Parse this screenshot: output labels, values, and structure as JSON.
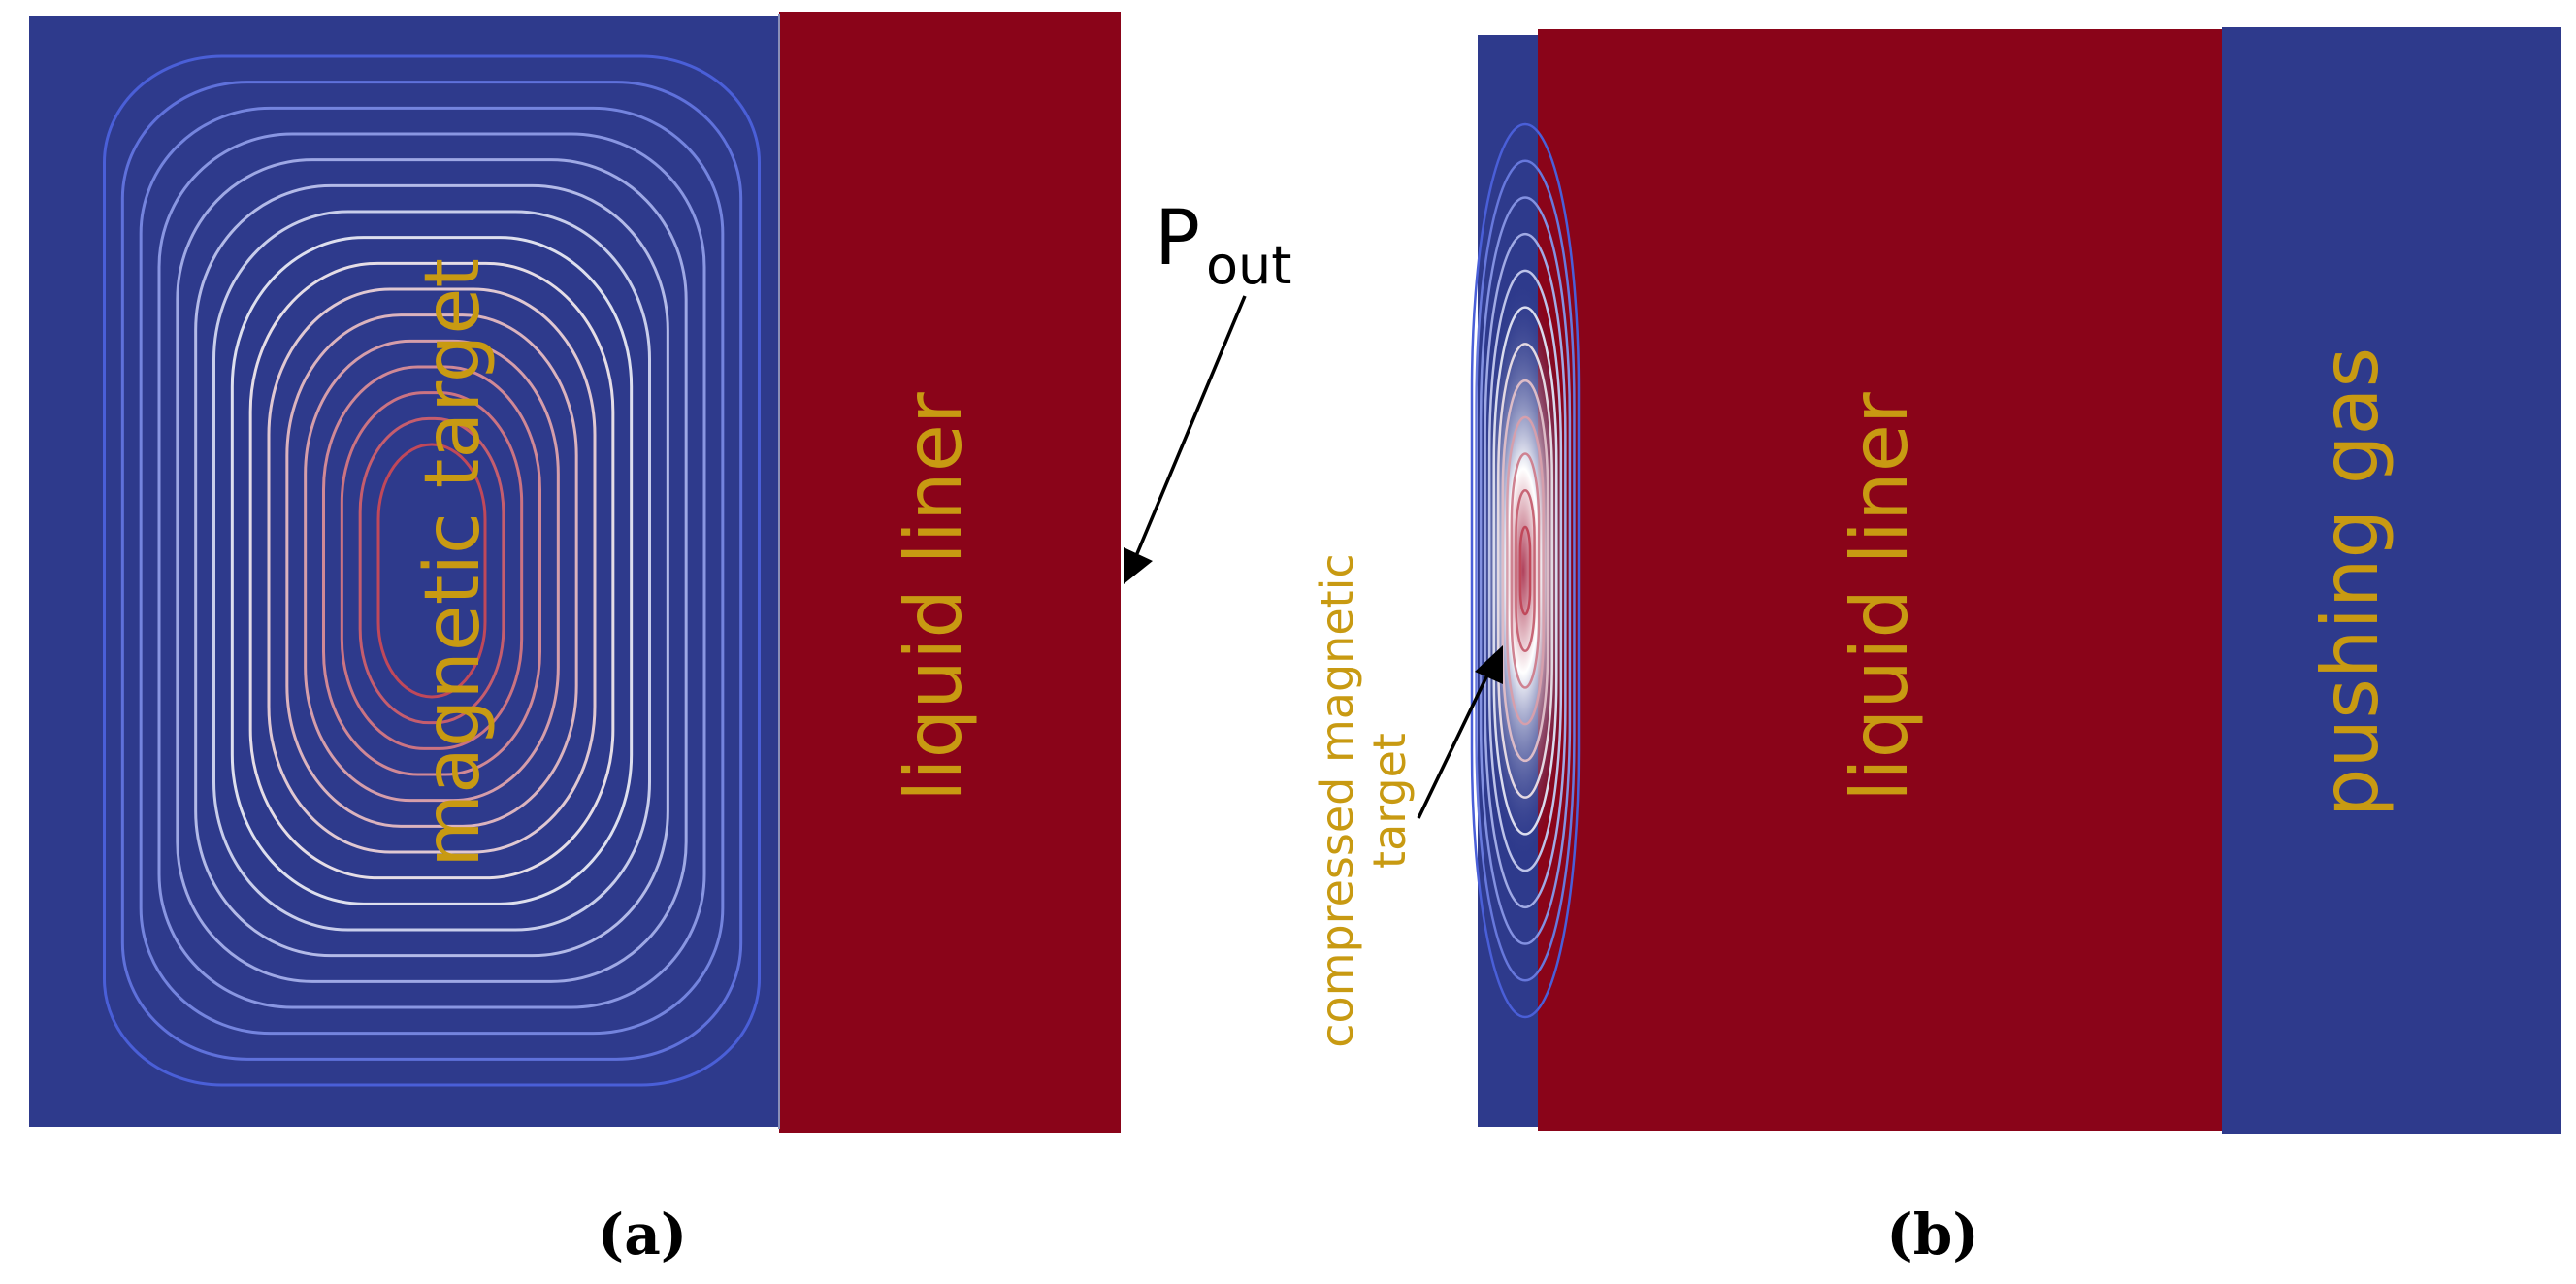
{
  "panel_a": {
    "caption": "(a)",
    "target_label": "magnetic target",
    "liner_label": "liquid liner",
    "pressure_label_main": "P",
    "pressure_label_sub": "out"
  },
  "panel_b": {
    "caption": "(b)",
    "target_label_line1": "compressed magnetic",
    "target_label_line2": "target",
    "liner_label": "liquid liner",
    "gas_label": "pushing gas"
  },
  "colors": {
    "target_blue": "#2e3a8c",
    "liner_red": "#8a0419",
    "label_gold": "#c89a12",
    "contour_outer": "#4a5fd8",
    "contour_mid": "#e8e8f0",
    "contour_inner": "#c0485a"
  }
}
